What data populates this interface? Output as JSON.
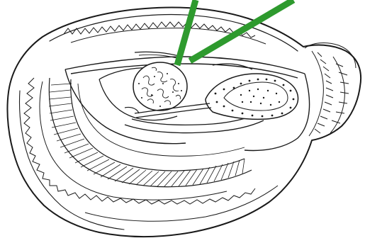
{
  "figure": {
    "subject": "oyster-anatomy-illustration",
    "style": "black-ink-line-drawing",
    "background_color": "#ffffff",
    "ink_color": "#1a1a1a",
    "pointer_color": "#2e9a2e",
    "pointer_count": 2,
    "labels": []
  }
}
